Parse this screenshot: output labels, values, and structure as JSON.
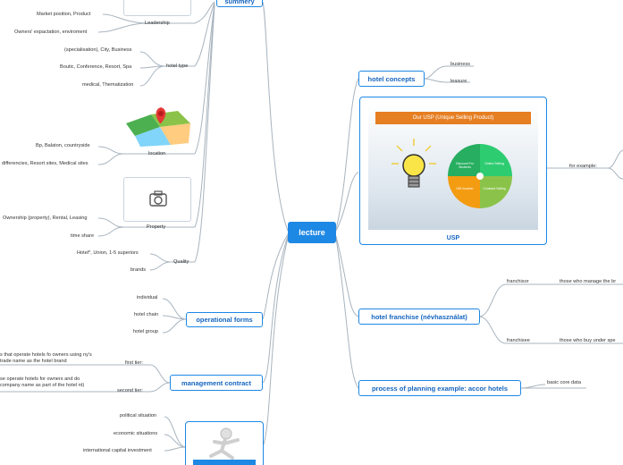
{
  "central": "lecture",
  "colors": {
    "accent": "#1e88e5",
    "line": "#a8b4bf"
  },
  "summery": {
    "title": "summery",
    "leadership": {
      "label": "Leadership",
      "items": [
        "Market position, Product",
        "Owners' expactation, enviroment"
      ],
      "icon": "leadership-image"
    },
    "hotel_type": {
      "label": "hotel type",
      "items": [
        "(specialisation), City, Business",
        "Boutic, Conference, Resort, Spa",
        "medical, Thematization"
      ]
    },
    "location": {
      "label": "location",
      "items": [
        "Bp, Balaton, countryside",
        "differencies, Resort sites, Medical sites"
      ],
      "icon": "map-pin-icon"
    },
    "property": {
      "label": "Property",
      "items": [
        "Ownership (property), Rental, Leasing",
        "time share"
      ],
      "icon": "camera-icon"
    },
    "quality": {
      "label": "Quality",
      "items": [
        "Hotel*, Union, 1-5 superiors",
        "brands"
      ]
    }
  },
  "operational_forms": {
    "title": "operational forms",
    "items": [
      "individual",
      "hotel chain",
      "hotel group"
    ]
  },
  "management_contract": {
    "title": "management contract",
    "first": {
      "label": "first tier:",
      "text": "s that operate hotels fo owners using ny's trade name as the hotel brand"
    },
    "second": {
      "label": "second tier:",
      "text": "se operate hotels for owners and do company name as part of the hotel nt)"
    }
  },
  "environment": {
    "items": [
      "political situation",
      "economic situations",
      "international capital investment"
    ]
  },
  "hotel_concepts": {
    "title": "hotel concepts",
    "items": [
      "business",
      "leasure"
    ]
  },
  "usp": {
    "title": "USP",
    "slide_title": "Our USP (Unique Selling Product)",
    "quadrants": [
      "Discount For Students",
      "Online Selling",
      "Gift Voucher",
      "Constant Selling"
    ],
    "colors": [
      "#27ae60",
      "#2ecc71",
      "#f39c12",
      "#8bc34a"
    ],
    "for_example": "for example:"
  },
  "hotel_franchise": {
    "title": "hotel franchise (névhasználat)",
    "franchisor": {
      "label": "franchisor",
      "text": "those who manage the br"
    },
    "franchisee": {
      "label": "franchisee",
      "text": "those who buy under spe"
    }
  },
  "planning": {
    "title": "process of planning example: accor hotels",
    "items": [
      "basic core data"
    ]
  }
}
